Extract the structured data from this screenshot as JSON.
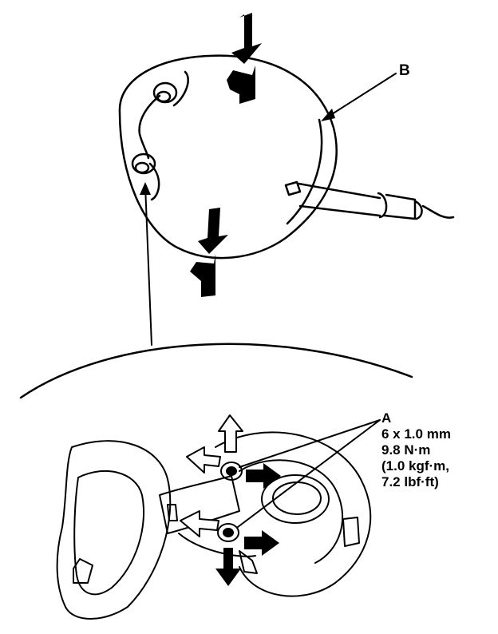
{
  "labels": {
    "b": "B",
    "a": "A",
    "a_spec": [
      "6 x 1.0 mm",
      "9.8 N·m",
      "(1.0 kgf·m,",
      "7.2 lbf·ft)"
    ]
  },
  "colors": {
    "ink": "#000000",
    "paper": "#ffffff"
  }
}
